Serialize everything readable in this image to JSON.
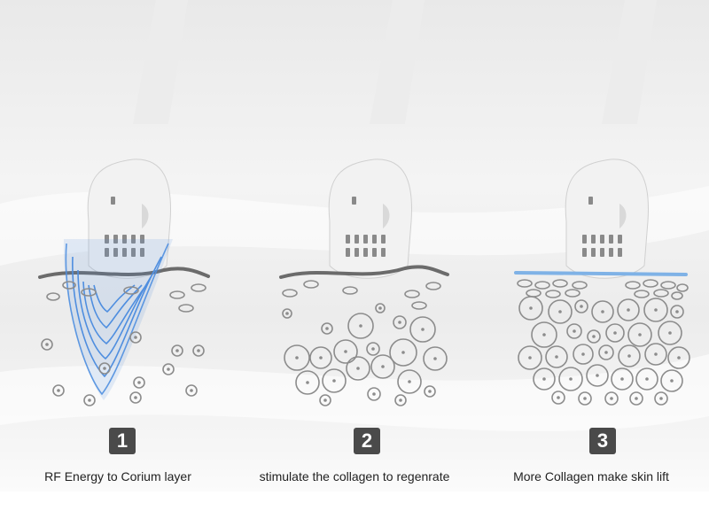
{
  "steps": [
    {
      "number": "1",
      "caption": "RF Energy to Corium layer"
    },
    {
      "number": "2",
      "caption": "stimulate the collagen to regenrate"
    },
    {
      "number": "3",
      "caption": "More Collagen make skin lift"
    }
  ],
  "colors": {
    "energy_blue": "#4f8fe0",
    "skin_line": "#6b6b6b",
    "lifted_skin": "#7fb2e6",
    "circle_stroke": "#8c8c8c",
    "badge": "#4a4a4a"
  },
  "icons": [
    "rf-handpiece-icon",
    "collagen-cell-icon"
  ]
}
